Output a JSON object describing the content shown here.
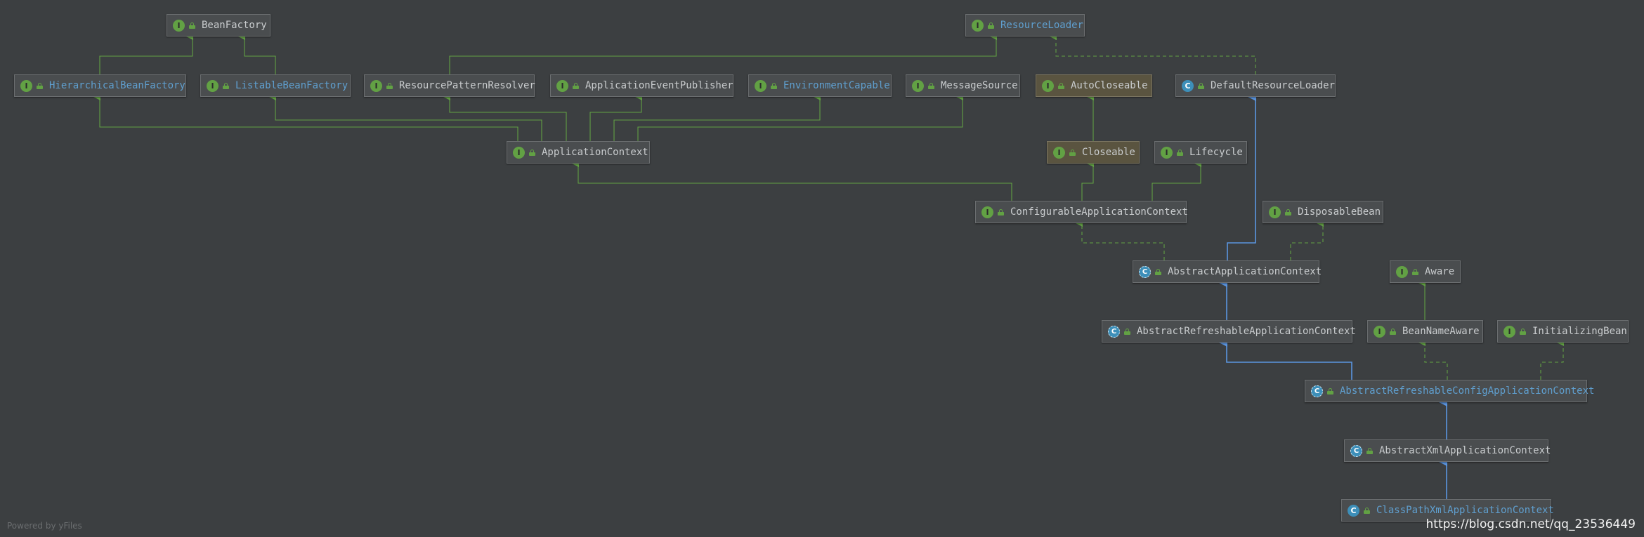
{
  "footer": "Powered by yFiles",
  "watermark": "https://blog.csdn.net/qq_23536449",
  "colors": {
    "background": "#3c3f41",
    "interface_edge": "#62a144",
    "class_edge": "#5b95e0",
    "link_text": "#5f9fcf",
    "text": "#c9ccce"
  },
  "nodes": {
    "bean_factory": {
      "name": "BeanFactory",
      "kind": "interface",
      "badge": "I"
    },
    "resource_loader": {
      "name": "ResourceLoader",
      "kind": "interface",
      "badge": "I"
    },
    "hierarchical_bean_factory": {
      "name": "HierarchicalBeanFactory",
      "kind": "interface",
      "badge": "I"
    },
    "listable_bean_factory": {
      "name": "ListableBeanFactory",
      "kind": "interface",
      "badge": "I"
    },
    "resource_pattern_resolver": {
      "name": "ResourcePatternResolver",
      "kind": "interface",
      "badge": "I"
    },
    "application_event_publisher": {
      "name": "ApplicationEventPublisher",
      "kind": "interface",
      "badge": "I"
    },
    "environment_capable": {
      "name": "EnvironmentCapable",
      "kind": "interface",
      "badge": "I"
    },
    "message_source": {
      "name": "MessageSource",
      "kind": "interface",
      "badge": "I"
    },
    "auto_closeable": {
      "name": "AutoCloseable",
      "kind": "interface",
      "badge": "I"
    },
    "default_resource_loader": {
      "name": "DefaultResourceLoader",
      "kind": "class",
      "badge": "C"
    },
    "application_context": {
      "name": "ApplicationContext",
      "kind": "interface",
      "badge": "I"
    },
    "closeable": {
      "name": "Closeable",
      "kind": "interface",
      "badge": "I"
    },
    "lifecycle": {
      "name": "Lifecycle",
      "kind": "interface",
      "badge": "I"
    },
    "configurable_application_context": {
      "name": "ConfigurableApplicationContext",
      "kind": "interface",
      "badge": "I"
    },
    "disposable_bean": {
      "name": "DisposableBean",
      "kind": "interface",
      "badge": "I"
    },
    "abstract_application_context": {
      "name": "AbstractApplicationContext",
      "kind": "abstract",
      "badge": "C"
    },
    "aware": {
      "name": "Aware",
      "kind": "interface",
      "badge": "I"
    },
    "abstract_refreshable_application_context": {
      "name": "AbstractRefreshableApplicationContext",
      "kind": "abstract",
      "badge": "C"
    },
    "bean_name_aware": {
      "name": "BeanNameAware",
      "kind": "interface",
      "badge": "I"
    },
    "initializing_bean": {
      "name": "InitializingBean",
      "kind": "interface",
      "badge": "I"
    },
    "abstract_refreshable_config_application_context": {
      "name": "AbstractRefreshableConfigApplicationContext",
      "kind": "abstract",
      "badge": "C"
    },
    "abstract_xml_application_context": {
      "name": "AbstractXmlApplicationContext",
      "kind": "abstract",
      "badge": "C"
    },
    "class_path_xml_application_context": {
      "name": "ClassPathXmlApplicationContext",
      "kind": "class",
      "badge": "C"
    }
  },
  "edges": [
    {
      "from": "hierarchical_bean_factory",
      "to": "bean_factory",
      "type": "extends"
    },
    {
      "from": "listable_bean_factory",
      "to": "bean_factory",
      "type": "extends"
    },
    {
      "from": "resource_pattern_resolver",
      "to": "resource_loader",
      "type": "extends"
    },
    {
      "from": "default_resource_loader",
      "to": "resource_loader",
      "type": "implements"
    },
    {
      "from": "application_context",
      "to": "hierarchical_bean_factory",
      "type": "extends"
    },
    {
      "from": "application_context",
      "to": "listable_bean_factory",
      "type": "extends"
    },
    {
      "from": "application_context",
      "to": "resource_pattern_resolver",
      "type": "extends"
    },
    {
      "from": "application_context",
      "to": "application_event_publisher",
      "type": "extends"
    },
    {
      "from": "application_context",
      "to": "environment_capable",
      "type": "extends"
    },
    {
      "from": "application_context",
      "to": "message_source",
      "type": "extends"
    },
    {
      "from": "closeable",
      "to": "auto_closeable",
      "type": "extends"
    },
    {
      "from": "configurable_application_context",
      "to": "application_context",
      "type": "extends"
    },
    {
      "from": "configurable_application_context",
      "to": "closeable",
      "type": "extends"
    },
    {
      "from": "configurable_application_context",
      "to": "lifecycle",
      "type": "extends"
    },
    {
      "from": "abstract_application_context",
      "to": "configurable_application_context",
      "type": "implements"
    },
    {
      "from": "abstract_application_context",
      "to": "disposable_bean",
      "type": "implements"
    },
    {
      "from": "abstract_application_context",
      "to": "default_resource_loader",
      "type": "class_extends"
    },
    {
      "from": "bean_name_aware",
      "to": "aware",
      "type": "extends"
    },
    {
      "from": "abstract_refreshable_application_context",
      "to": "abstract_application_context",
      "type": "class_extends"
    },
    {
      "from": "abstract_refreshable_config_application_context",
      "to": "abstract_refreshable_application_context",
      "type": "class_extends"
    },
    {
      "from": "abstract_refreshable_config_application_context",
      "to": "bean_name_aware",
      "type": "implements"
    },
    {
      "from": "abstract_refreshable_config_application_context",
      "to": "initializing_bean",
      "type": "implements"
    },
    {
      "from": "abstract_xml_application_context",
      "to": "abstract_refreshable_config_application_context",
      "type": "class_extends"
    },
    {
      "from": "class_path_xml_application_context",
      "to": "abstract_xml_application_context",
      "type": "class_extends"
    }
  ]
}
